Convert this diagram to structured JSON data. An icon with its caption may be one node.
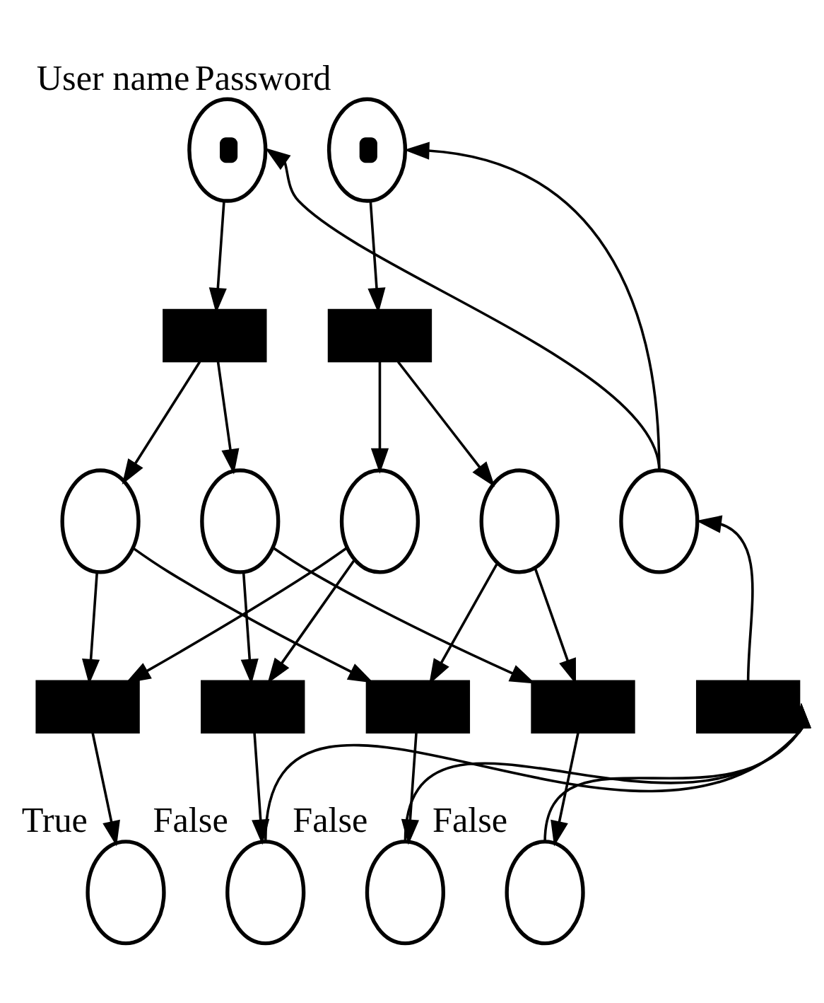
{
  "diagram": {
    "nodes": [
      {
        "text": [],
        "shape": "token",
        "beside": [
          "User name"
        ]
      },
      {
        "text": [],
        "shape": "token",
        "beside": [
          "Password"
        ]
      },
      {
        "text": [],
        "shape": "bar"
      },
      {
        "text": [],
        "shape": "bar"
      },
      {
        "text": [],
        "shape": "circle"
      },
      {
        "text": [],
        "shape": "circle"
      },
      {
        "text": [],
        "shape": "circle"
      },
      {
        "text": [],
        "shape": "circle"
      },
      {
        "text": [],
        "shape": "circle"
      },
      {
        "text": [],
        "shape": "bar"
      },
      {
        "text": [],
        "shape": "bar"
      },
      {
        "text": [],
        "shape": "bar"
      },
      {
        "text": [],
        "shape": "bar"
      },
      {
        "text": [],
        "shape": "bar"
      },
      {
        "text": [],
        "shape": "circle",
        "beside": [
          "True"
        ]
      },
      {
        "text": [],
        "shape": "circle",
        "beside": [
          "False"
        ]
      },
      {
        "text": [],
        "shape": "circle",
        "beside": [
          "False"
        ]
      },
      {
        "text": [],
        "shape": "circle",
        "beside": [
          "False"
        ]
      }
    ],
    "edges": [
      {
        "from": 0,
        "to": 2,
        "arrow": "to"
      },
      {
        "from": 1,
        "to": 3,
        "arrow": "to"
      },
      {
        "from": 2,
        "to": 4,
        "arrow": "to"
      },
      {
        "from": 2,
        "to": 5,
        "arrow": "to"
      },
      {
        "from": 3,
        "to": 6,
        "arrow": "to"
      },
      {
        "from": 3,
        "to": 7,
        "arrow": "to"
      },
      {
        "from": 4,
        "to": 9,
        "arrow": "to"
      },
      {
        "from": 4,
        "to": 11,
        "arrow": "to"
      },
      {
        "from": 5,
        "to": 10,
        "arrow": "to"
      },
      {
        "from": 5,
        "to": 12,
        "arrow": "to"
      },
      {
        "from": 6,
        "to": 9,
        "arrow": "to"
      },
      {
        "from": 6,
        "to": 10,
        "arrow": "to"
      },
      {
        "from": 7,
        "to": 11,
        "arrow": "to"
      },
      {
        "from": 7,
        "to": 12,
        "arrow": "to"
      },
      {
        "from": 9,
        "to": 14,
        "arrow": "to"
      },
      {
        "from": 10,
        "to": 15,
        "arrow": "to"
      },
      {
        "from": 11,
        "to": 16,
        "arrow": "to"
      },
      {
        "from": 12,
        "to": 17,
        "arrow": "to"
      },
      {
        "from": 17,
        "to": 13,
        "arrow": "to"
      },
      {
        "from": 16,
        "to": 13,
        "arrow": "to"
      },
      {
        "from": 15,
        "to": 13,
        "arrow": "to"
      },
      {
        "from": 13,
        "to": 8,
        "arrow": "to"
      },
      {
        "from": 8,
        "to": 0,
        "arrow": "to"
      },
      {
        "from": 8,
        "to": 1,
        "arrow": "to"
      }
    ]
  }
}
